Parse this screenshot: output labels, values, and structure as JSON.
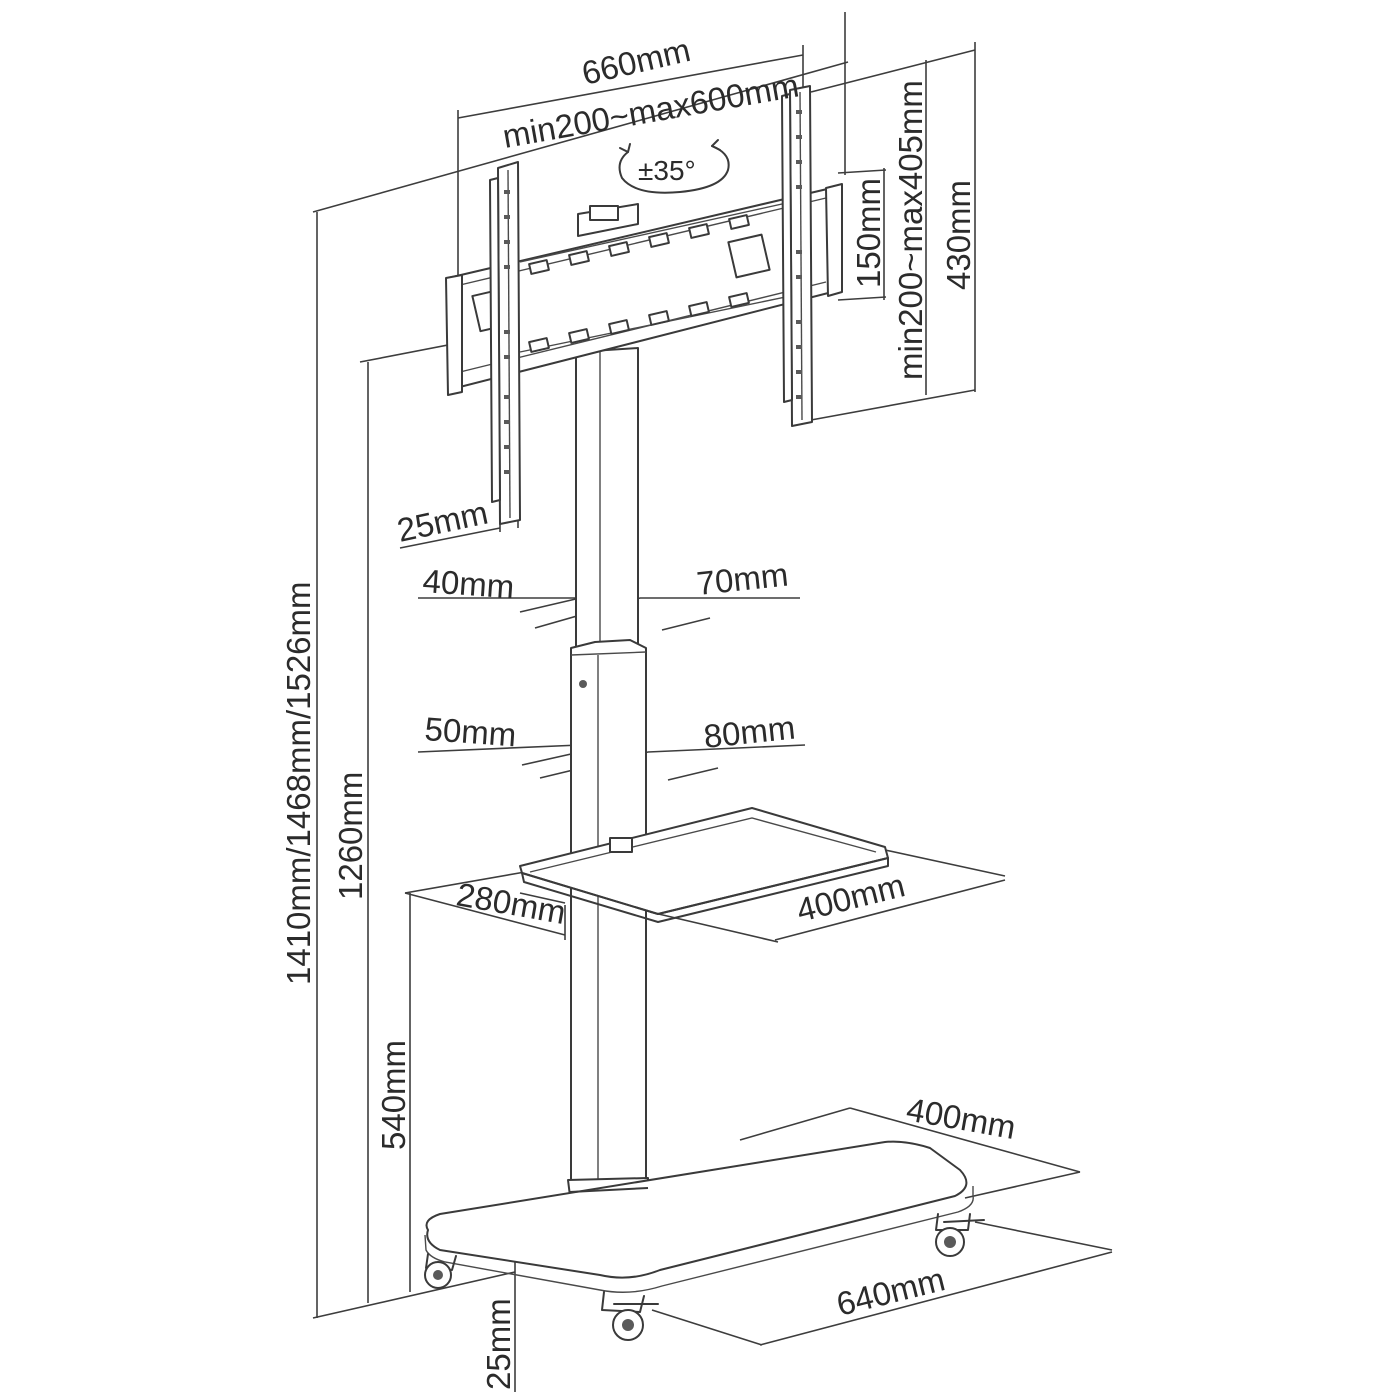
{
  "labels": {
    "width_total": "660mm",
    "vesa_horizontal": "min200~max600mm",
    "rotation": "±35°",
    "bracket_height": "150mm",
    "vesa_vertical": "min200~max405mm",
    "mount_height": "430mm",
    "rail_width": "25mm",
    "upper_pole_depth": "40mm",
    "upper_pole_width": "70mm",
    "lower_pole_depth": "50mm",
    "lower_pole_width": "80mm",
    "shelf_depth": "280mm",
    "shelf_width": "400mm",
    "total_height": "1410mm/1468mm/1526mm",
    "mount_base_height": "1260mm",
    "shelf_height": "540mm",
    "base_depth": "400mm",
    "base_width": "640mm",
    "ground_clearance": "25mm"
  },
  "colors": {
    "line": "#3a3a3a",
    "background": "#ffffff"
  }
}
